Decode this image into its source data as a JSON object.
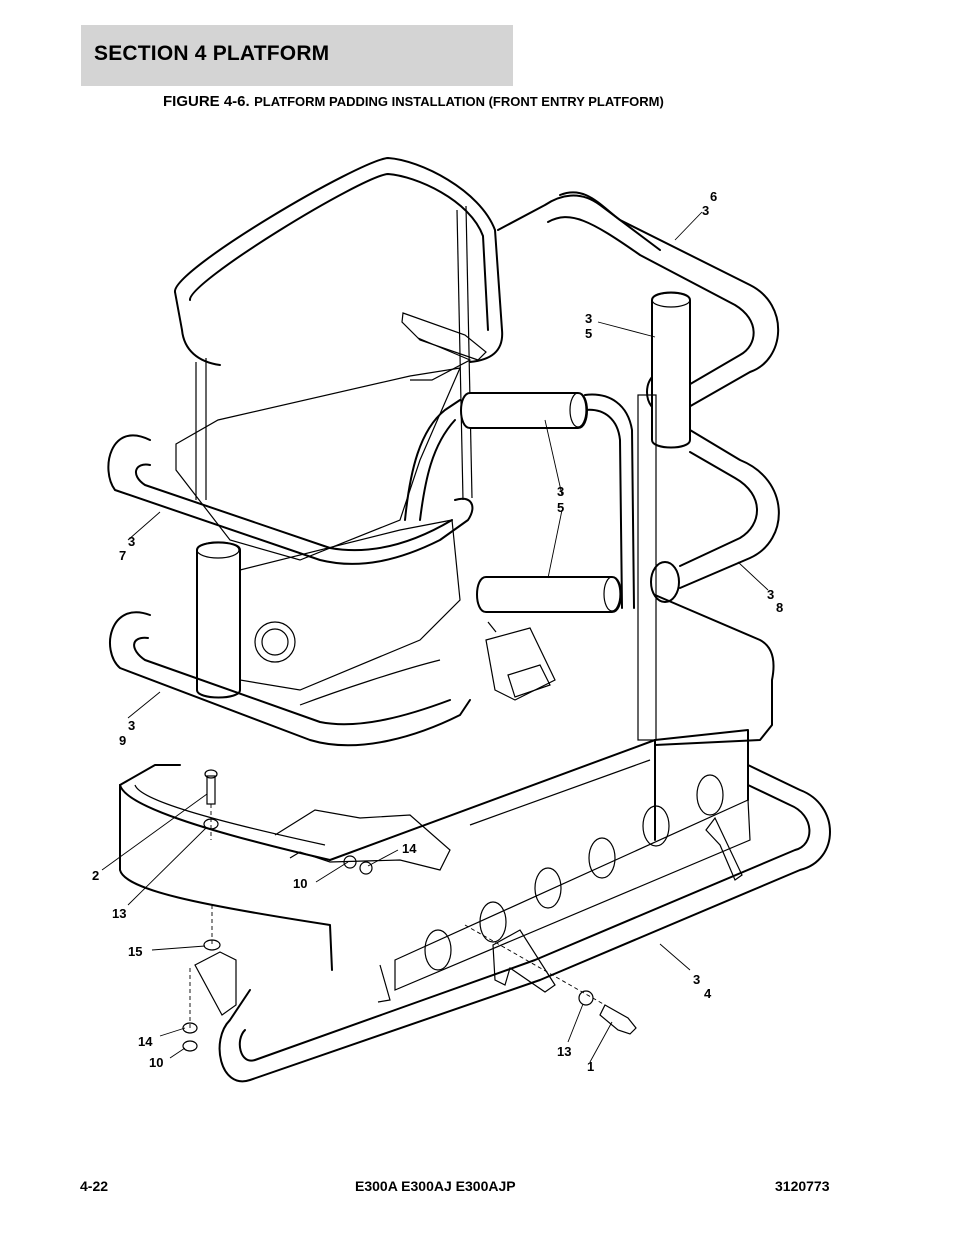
{
  "header": {
    "section_title": "SECTION 4   PLATFORM",
    "figure_number": "FIGURE 4-6.",
    "figure_title": "PLATFORM PADDING INSTALLATION (FRONT ENTRY PLATFORM)"
  },
  "callouts": {
    "c1": "6",
    "c2": "3",
    "c3": "3",
    "c4": "5",
    "c5": "3",
    "c6": "5",
    "c7": "3",
    "c8": "7",
    "c9": "3",
    "c10": "8",
    "c11": "3",
    "c12": "9",
    "c13": "2",
    "c14": "14",
    "c15": "10",
    "c16": "13",
    "c17": "15",
    "c18": "3",
    "c19": "4",
    "c20": "14",
    "c21": "10",
    "c22": "13",
    "c23": "1"
  },
  "footer": {
    "page_number": "4-22",
    "models": "E300A E300AJ E300AJP",
    "manual_number": "3120773"
  }
}
